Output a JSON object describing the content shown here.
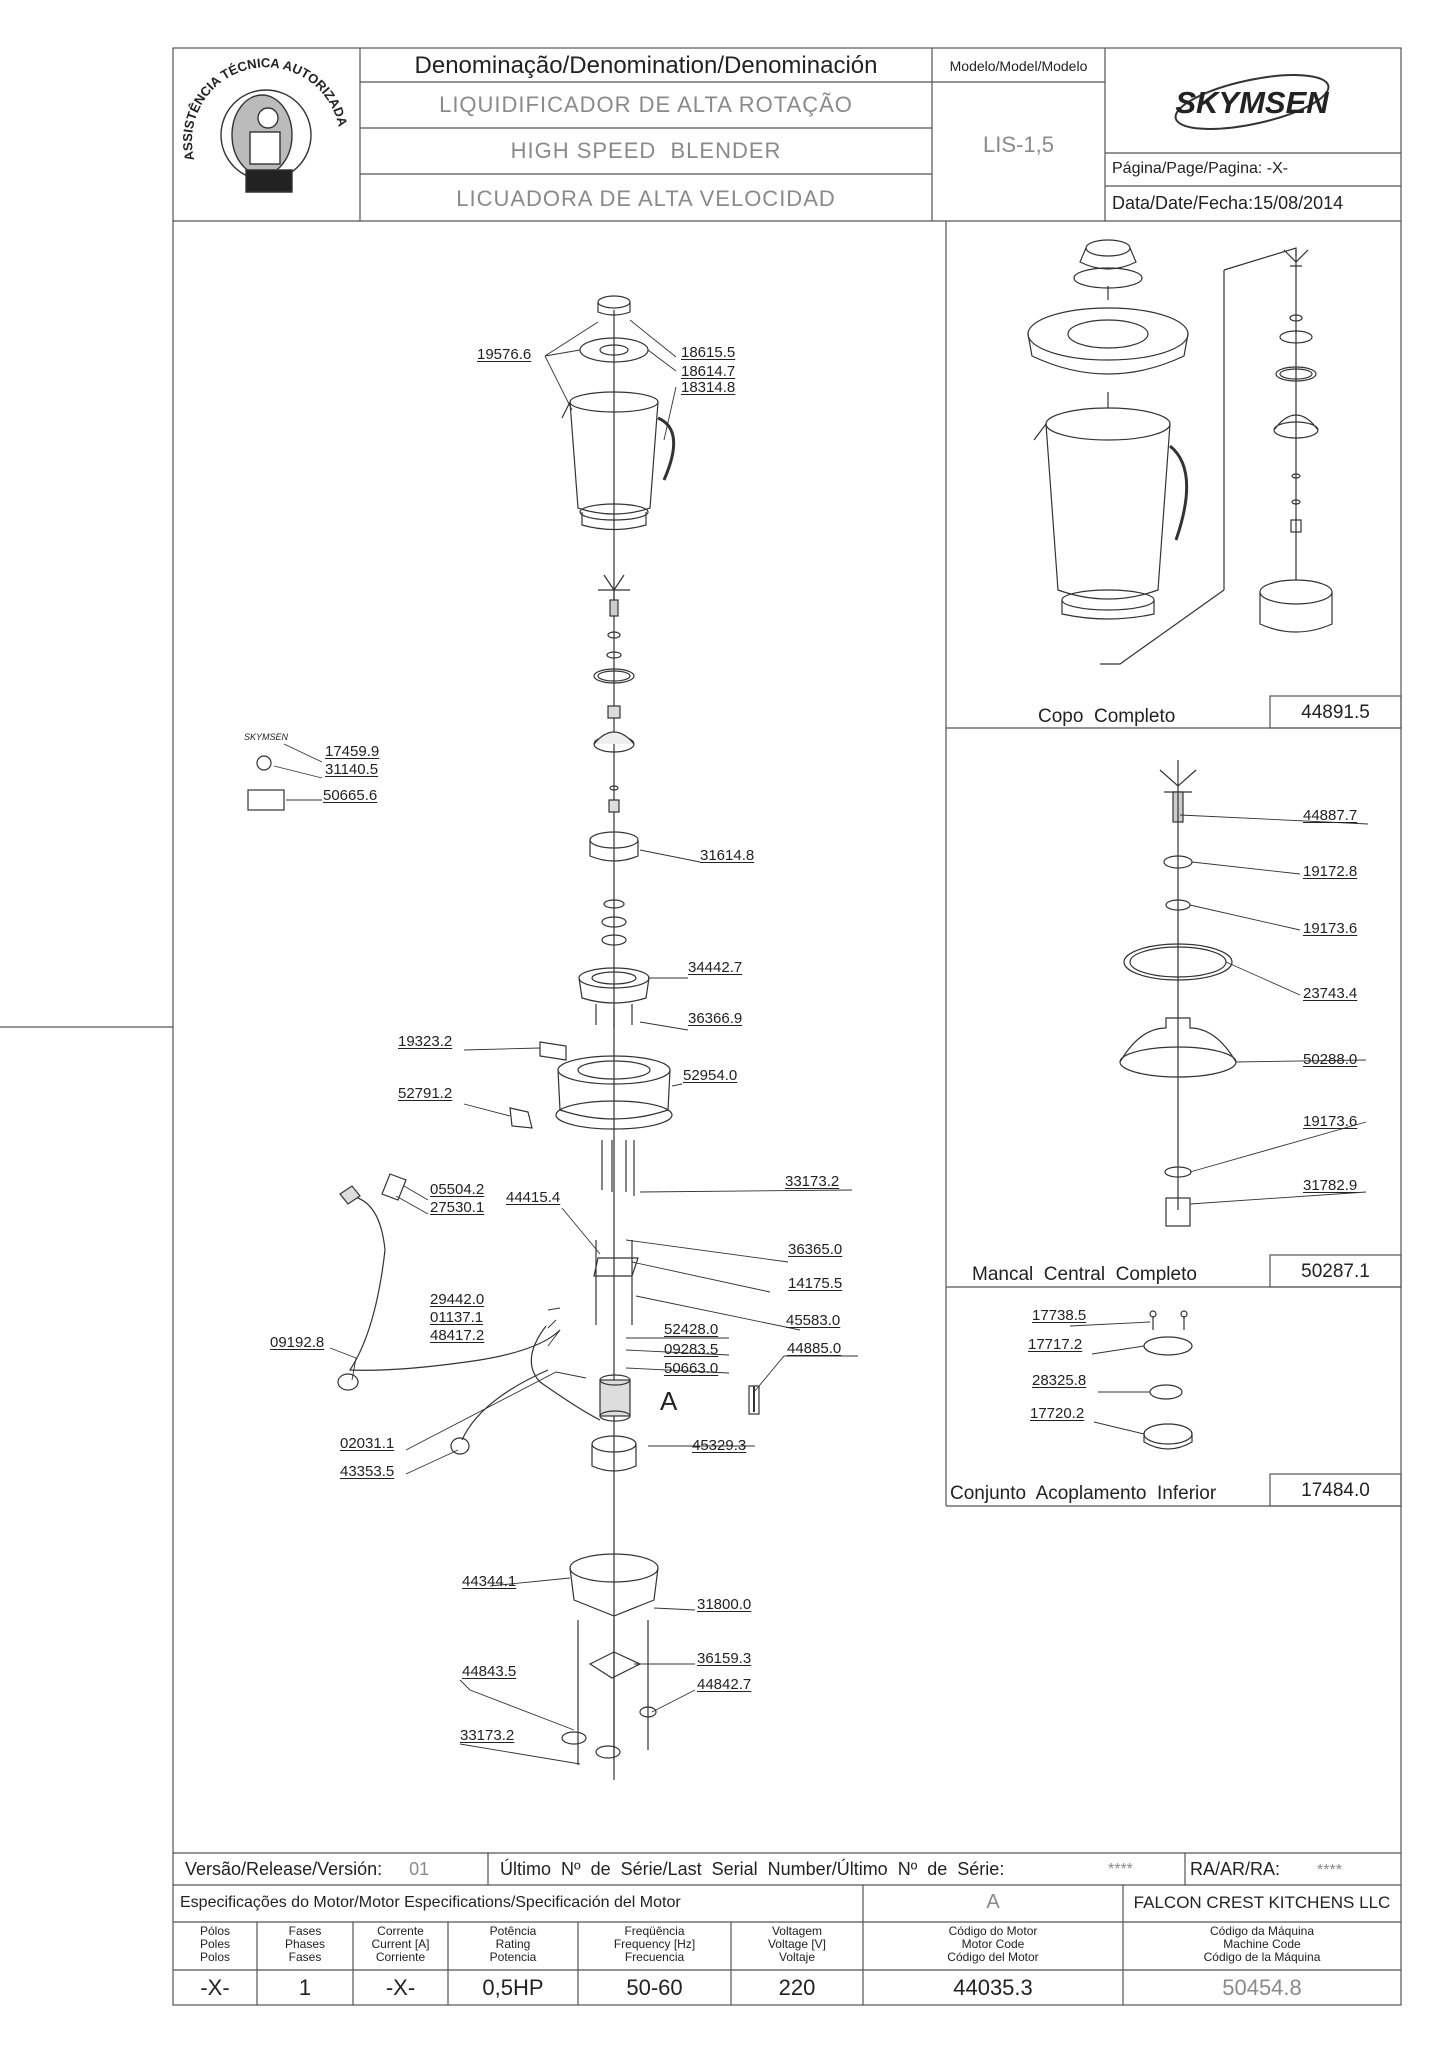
{
  "header": {
    "denomination_label": "Denominação/Denomination/Denominación",
    "name_pt": "LIQUIDIFICADOR DE ALTA ROTAÇÃO",
    "name_en": "HIGH SPEED  BLENDER",
    "name_es": "LICUADORA DE ALTA VELOCIDAD",
    "model_label": "Modelo/Model/Modelo",
    "model_value": "LIS-1,5",
    "brand": "SKYMSEN",
    "page_label": "Página/Page/Pagina:",
    "page_value": "-X-",
    "date_label": "Data/Date/Fecha:",
    "date_value": "15/08/2014",
    "seal_text_top": "ASSISTÊNCIA TÉCNICA AUTORIZADA"
  },
  "main_parts": [
    {
      "code": "19576.6"
    },
    {
      "code": "18615.5"
    },
    {
      "code": "18614.7"
    },
    {
      "code": "18314.8"
    },
    {
      "code": "17459.9"
    },
    {
      "code": "31140.5"
    },
    {
      "code": "50665.6"
    },
    {
      "code": "31614.8"
    },
    {
      "code": "34442.7"
    },
    {
      "code": "36366.9"
    },
    {
      "code": "19323.2"
    },
    {
      "code": "52954.0"
    },
    {
      "code": "52791.2"
    },
    {
      "code": "05504.2"
    },
    {
      "code": "27530.1"
    },
    {
      "code": "44415.4"
    },
    {
      "code": "33173.2"
    },
    {
      "code": "36365.0"
    },
    {
      "code": "14175.5"
    },
    {
      "code": "45583.0"
    },
    {
      "code": "29442.0"
    },
    {
      "code": "01137.1"
    },
    {
      "code": "48417.2"
    },
    {
      "code": "52428.0"
    },
    {
      "code": "09283.5"
    },
    {
      "code": "44885.0"
    },
    {
      "code": "50663.0"
    },
    {
      "code": "09192.8"
    },
    {
      "code": "02031.1"
    },
    {
      "code": "43353.5"
    },
    {
      "code": "45329.3"
    },
    {
      "code": "44344.1"
    },
    {
      "code": "31800.0"
    },
    {
      "code": "36159.3"
    },
    {
      "code": "44843.5"
    },
    {
      "code": "44842.7"
    },
    {
      "code": "33173.2"
    }
  ],
  "callout_A": "A",
  "copo": {
    "title": "Copo  Completo",
    "code": "44891.5"
  },
  "mancal": {
    "title": "Mancal  Central  Completo",
    "code": "50287.1",
    "parts": [
      {
        "code": "44887.7"
      },
      {
        "code": "19172.8"
      },
      {
        "code": "19173.6"
      },
      {
        "code": "23743.4"
      },
      {
        "code": "50288.0"
      },
      {
        "code": "19173.6"
      },
      {
        "code": "31782.9"
      }
    ]
  },
  "acoplamento": {
    "title": "Conjunto  Acoplamento  Inferior",
    "code": "17484.0",
    "parts": [
      {
        "code": "17738.5"
      },
      {
        "code": "17717.2"
      },
      {
        "code": "28325.8"
      },
      {
        "code": "17720.2"
      }
    ]
  },
  "footer": {
    "version_label": "Versão/Release/Versión:",
    "version_value": "01",
    "serial_label": "Último  Nº  de  Série/Last  Serial  Number/Último  Nº  de  Série:",
    "serial_value": "****",
    "ra_label": "RA/AR/RA:",
    "ra_value": "****",
    "motor_spec_label": "Especificações do Motor/Motor Especifications/Specificación del Motor",
    "motor_variant": "A",
    "customer": "FALCON CREST KITCHENS LLC",
    "columns": [
      {
        "l1": "Pólos",
        "l2": "Poles",
        "l3": "Polos",
        "value": "-X-"
      },
      {
        "l1": "Fases",
        "l2": "Phases",
        "l3": "Fases",
        "value": "1"
      },
      {
        "l1": "Corrente",
        "l2": "Current [A]",
        "l3": "Corriente",
        "value": "-X-"
      },
      {
        "l1": "Potência",
        "l2": "Rating",
        "l3": "Potencia",
        "value": "0,5HP"
      },
      {
        "l1": "Freqüência",
        "l2": "Frequency [Hz]",
        "l3": "Frecuencia",
        "value": "50-60"
      },
      {
        "l1": "Voltagem",
        "l2": "Voltage [V]",
        "l3": "Voltaje",
        "value": "220"
      },
      {
        "l1": "Código do Motor",
        "l2": "Motor Code",
        "l3": "Código del Motor",
        "value": "44035.3"
      },
      {
        "l1": "Código da Máquina",
        "l2": "Machine Code",
        "l3": "Código de la Máquina",
        "value": "50454.8"
      }
    ]
  }
}
